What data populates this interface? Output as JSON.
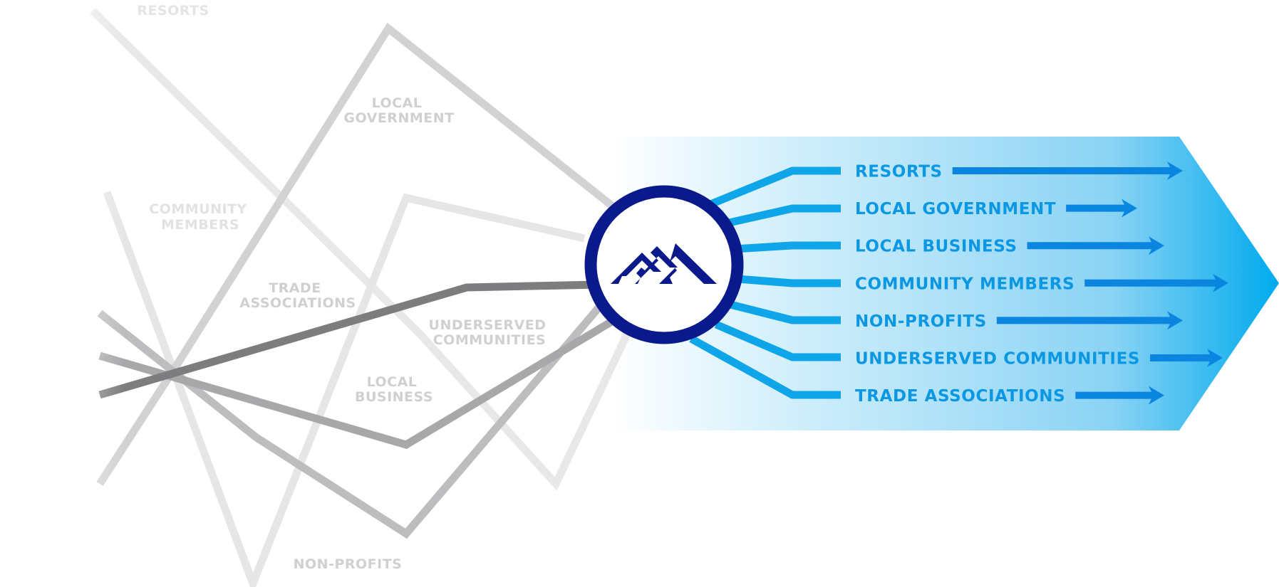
{
  "left_labels": {
    "resorts": "RESORTS",
    "local_government_1": "LOCAL",
    "local_government_2": "GOVERNMENT",
    "community_members_1": "COMMUNITY",
    "community_members_2": "MEMBERS",
    "trade_associations_1": "TRADE",
    "trade_associations_2": "ASSOCIATIONS",
    "underserved_communities_1": "UNDERSERVED",
    "underserved_communities_2": "COMMUNITIES",
    "local_business_1": "LOCAL",
    "local_business_2": "BUSINESS",
    "non_profits": "NON-PROFITS"
  },
  "right_labels": [
    "RESORTS",
    "LOCAL GOVERNMENT",
    "LOCAL BUSINESS",
    "COMMUNITY MEMBERS",
    "NON-PROFITS",
    "UNDERSERVED COMMUNITIES",
    "TRADE ASSOCIATIONS"
  ],
  "colors": {
    "navy": "#0a1a8c",
    "brand_blue": "#0ea5e9",
    "arrow_blue": "#0a86e0",
    "label_blue": "#0c97e3",
    "gray_dark": "#7d7d80",
    "gray_mid": "#b4b4b8",
    "gray_light": "#d4d4d6",
    "gray_faint": "#e6e6e6",
    "left_label": "#cfcfd2"
  },
  "logo": {
    "icon": "mountain-icon"
  }
}
